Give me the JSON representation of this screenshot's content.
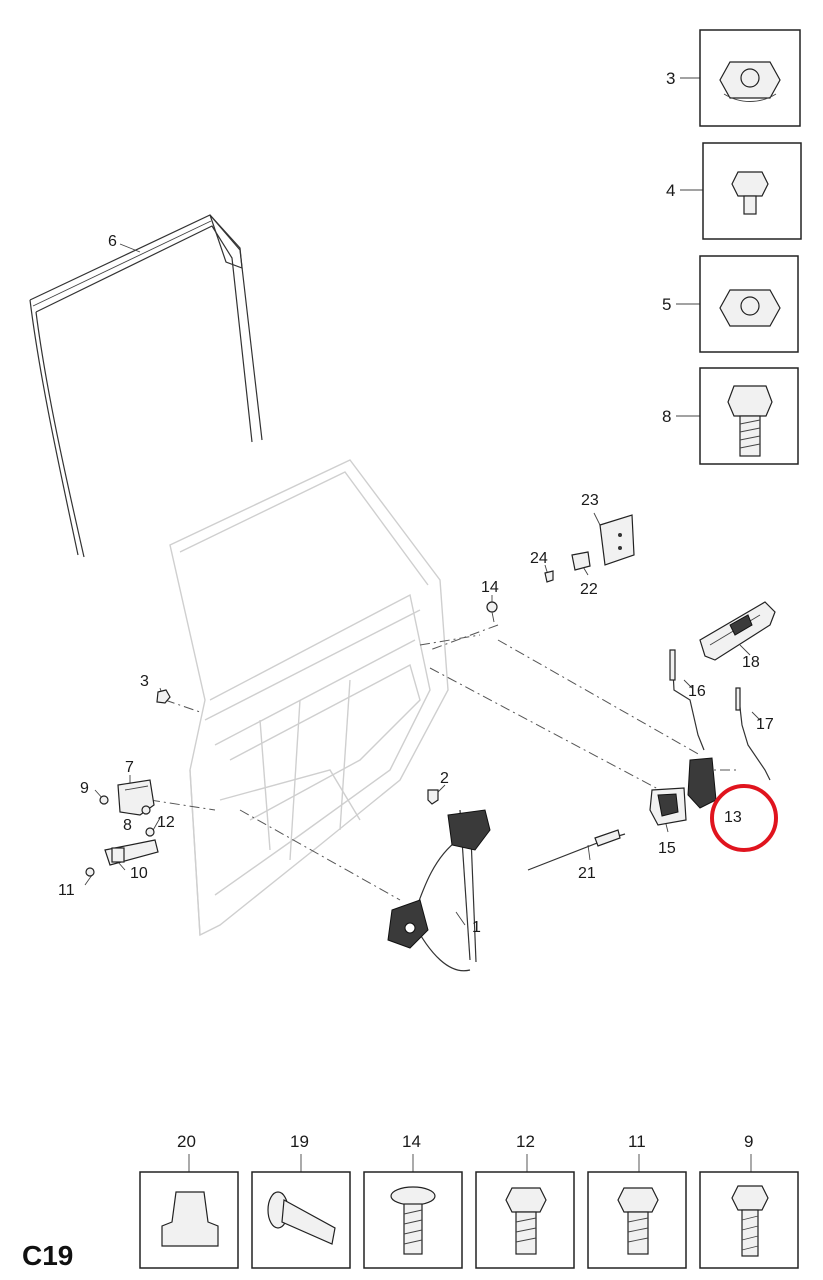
{
  "diagram_code": "C19",
  "callouts": [
    "1",
    "2",
    "3",
    "6",
    "7",
    "8",
    "9",
    "10",
    "11",
    "12",
    "13",
    "14",
    "15",
    "16",
    "17",
    "18",
    "21",
    "22",
    "23",
    "24"
  ],
  "side_boxes": [
    "3",
    "4",
    "5",
    "8"
  ],
  "bottom_boxes": [
    "20",
    "19",
    "14",
    "12",
    "11",
    "9"
  ],
  "highlight": {
    "part": "13",
    "color": "#e0141e"
  }
}
